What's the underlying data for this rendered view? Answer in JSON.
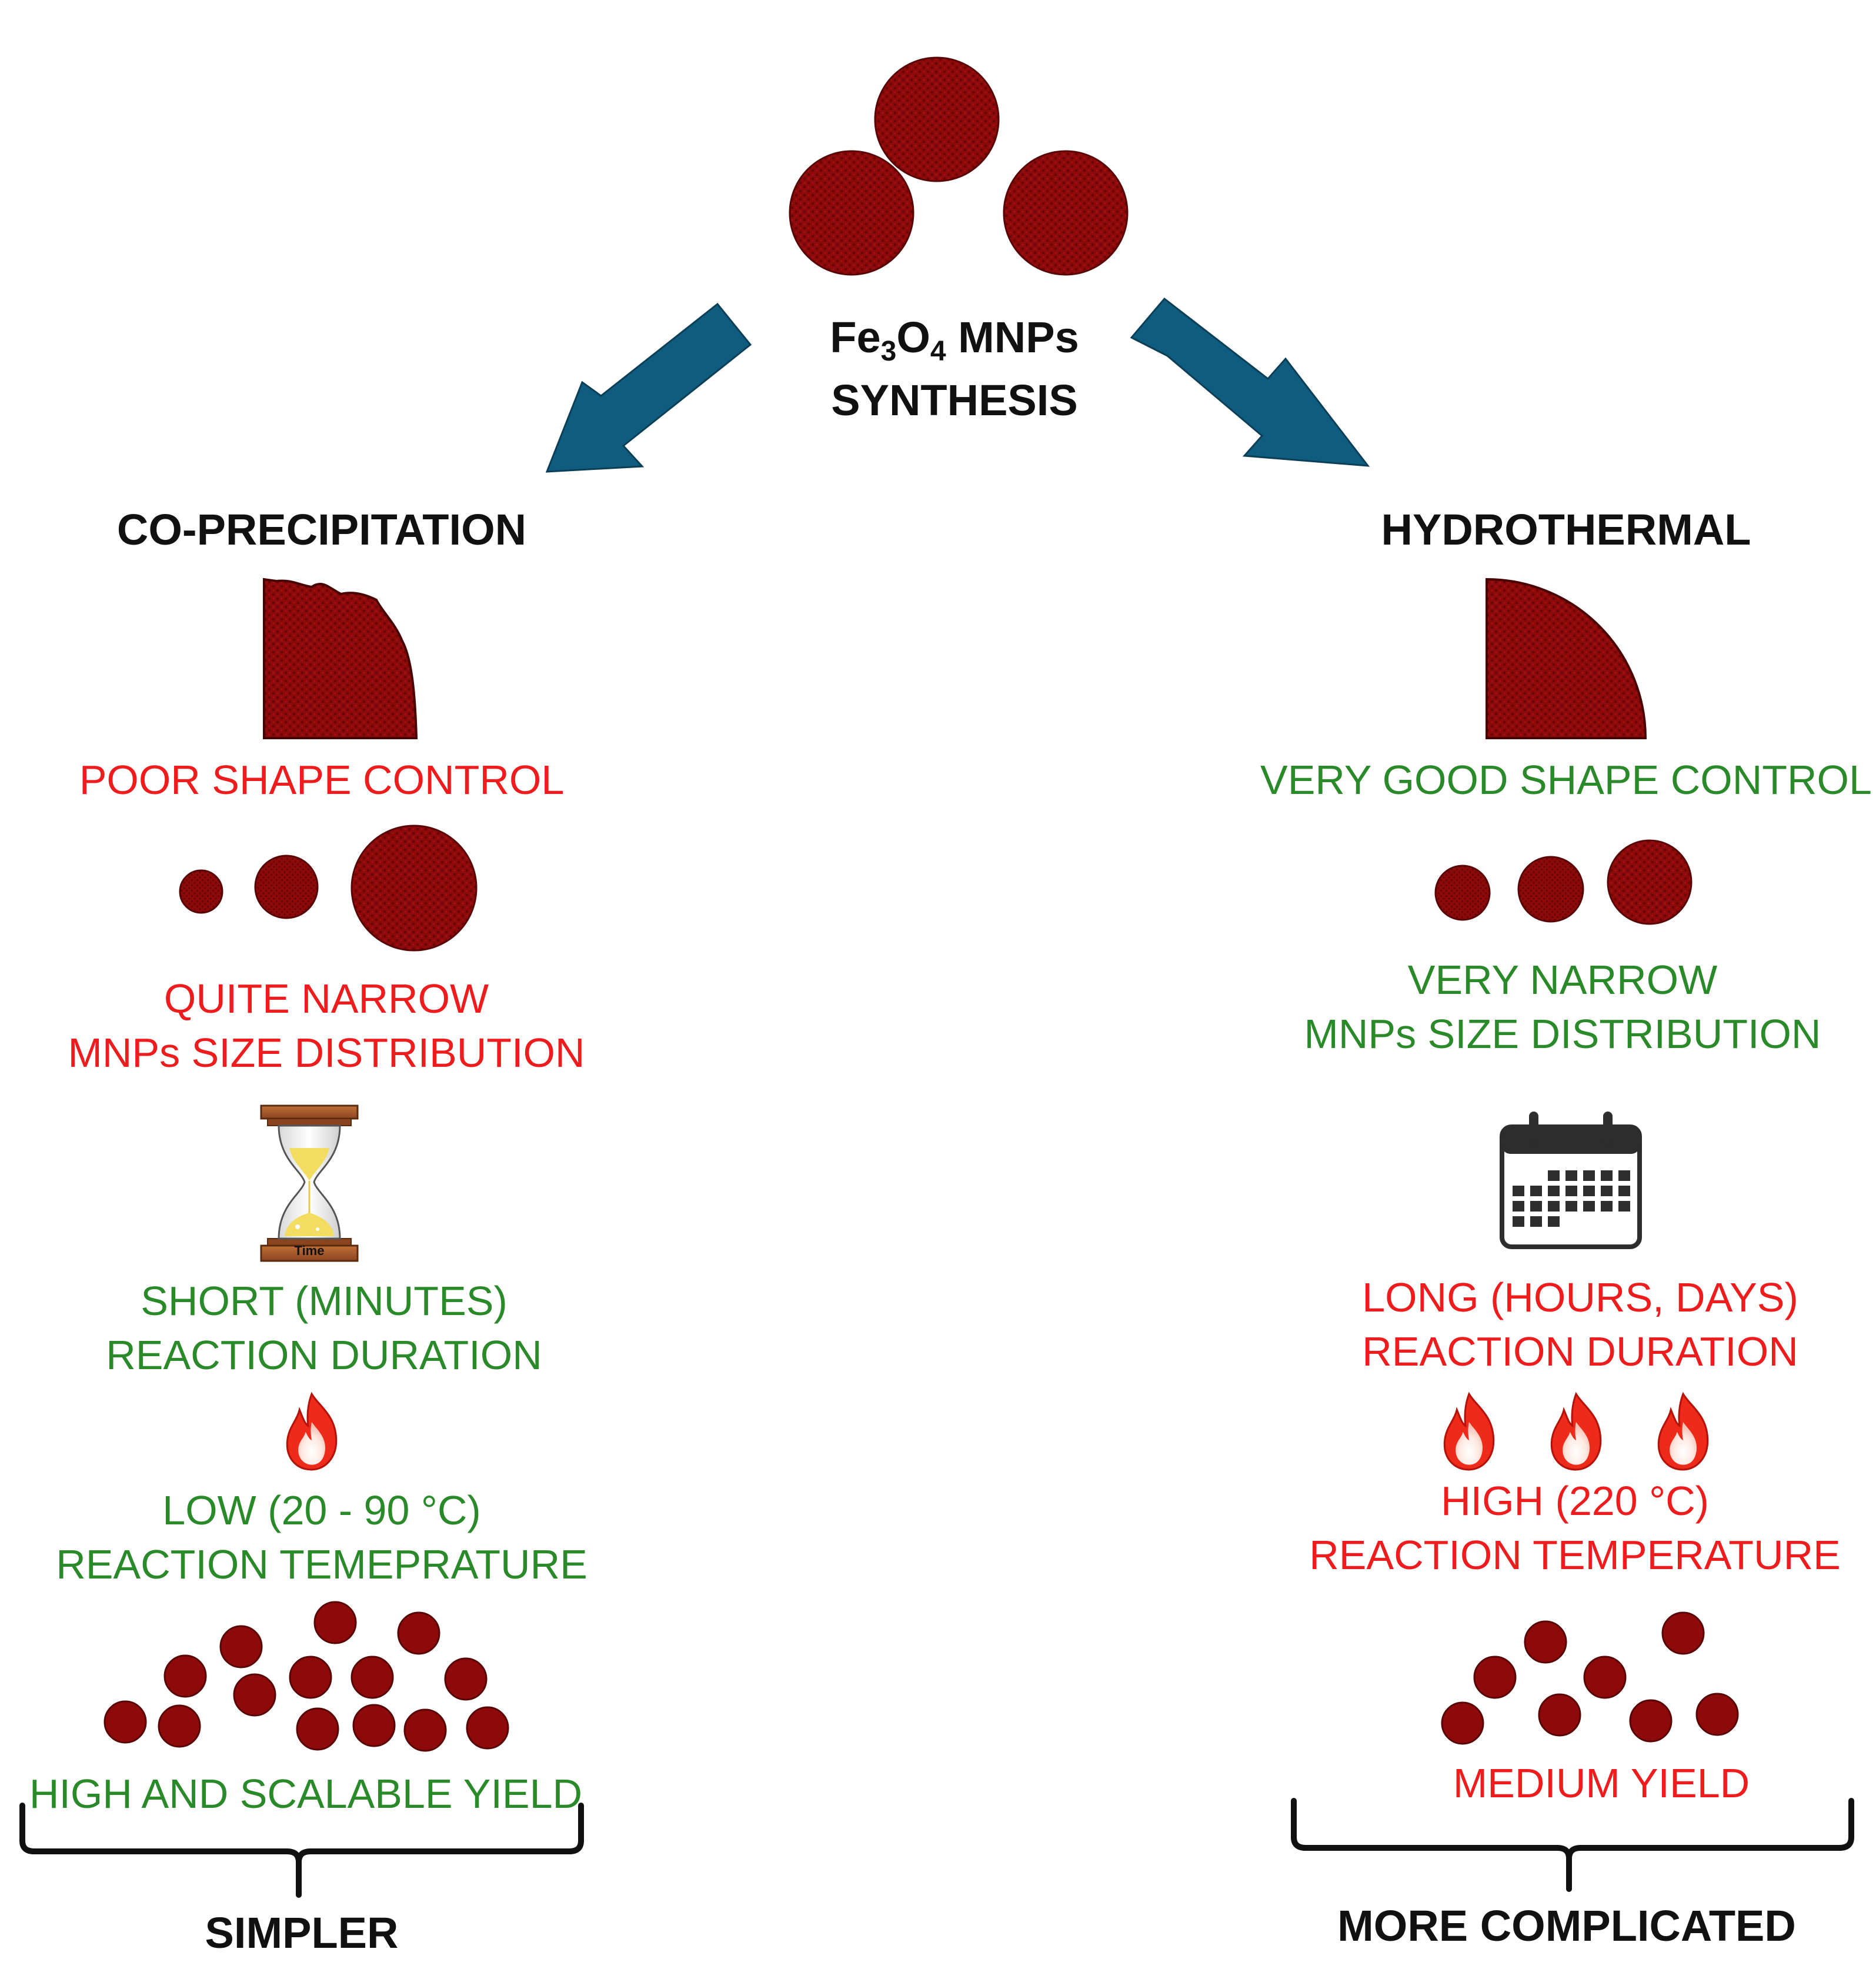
{
  "title": {
    "prefix": "Fe",
    "sub1": "3",
    "mid": "O",
    "sub2": "4",
    "suffix": " MNPs",
    "line2": "SYNTHESIS"
  },
  "left": {
    "heading": "CO-PRECIPITATION",
    "shape": "POOR SHAPE CONTROL",
    "size_line1": "QUITE NARROW",
    "size_line2": "MNPs SIZE DISTRIBUTION",
    "hourglass_label": "Time",
    "duration_line1": "SHORT (MINUTES)",
    "duration_line2": "REACTION DURATION",
    "temp_line1": "LOW (20 - 90 °C)",
    "temp_line2": "REACTION TEMEPRATURE",
    "yield": "HIGH AND SCALABLE YIELD",
    "summary": "SIMPLER"
  },
  "right": {
    "heading": "HYDROTHERMAL",
    "shape": "VERY GOOD SHAPE CONTROL",
    "size_line1": "VERY NARROW",
    "size_line2": "MNPs SIZE DISTRIBUTION",
    "duration_line1": "LONG (HOURS, DAYS)",
    "duration_line2": "REACTION DURATION",
    "temp_line1": "HIGH (220 °C)",
    "temp_line2": "REACTION TEMPERATURE",
    "yield": "MEDIUM YIELD",
    "summary": "MORE COMPLICATED"
  },
  "colors": {
    "particle": "#8e0a0a",
    "particle_dark": "#5a0505",
    "arrow": "#0f5c7e",
    "good_text": "#2a8a2a",
    "bad_text": "#ee1c1c",
    "flame_outer": "#ee2a1a",
    "sand": "#f2dc62",
    "wood": "#a0562a"
  },
  "icons": [
    "arrow-icon",
    "hourglass-icon",
    "calendar-icon",
    "flame-icon",
    "curly-brace-icon"
  ]
}
